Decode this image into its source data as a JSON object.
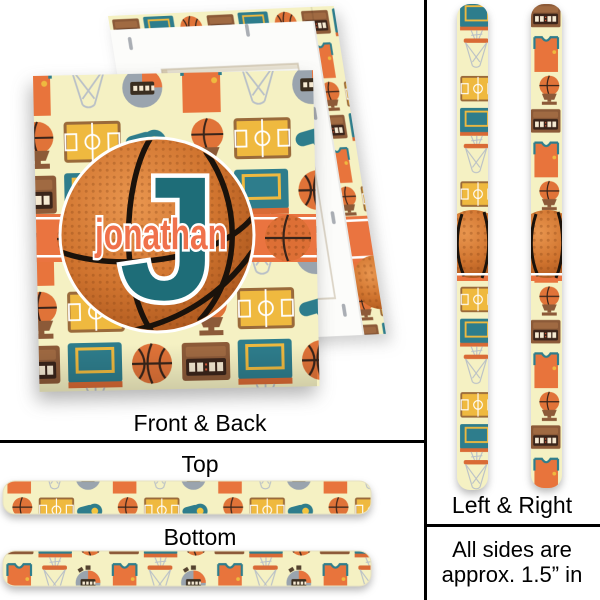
{
  "personalization": {
    "monogram": "J",
    "name": "jonathan"
  },
  "labels": {
    "front_back": "Front & Back",
    "top": "Top",
    "bottom": "Bottom",
    "left_right": "Left & Right"
  },
  "note": {
    "line1": "All sides are",
    "line2": "approx. 1.5” in"
  },
  "pattern_icons": [
    "basketball",
    "backboard-hoop",
    "net",
    "scoreboard",
    "jersey",
    "stopwatch",
    "whistle",
    "basketball-court",
    "trophy-basketball"
  ],
  "colors": {
    "page_bg": "#ffffff",
    "divider": "#000000",
    "label_text": "#000000",
    "pattern_bg": "#f5f1c3",
    "orange": "#e8743c",
    "orange_deep": "#d96a35",
    "ribbon": "#ea7440",
    "teal": "#2e7d8c",
    "teal_dark": "#1e6d78",
    "yellow": "#efb93f",
    "brown": "#8c5a38",
    "screen_dark": "#3a241a",
    "gray": "#9aa4ae",
    "net_gray": "#b9c0c7",
    "name_orange": "#f0714b",
    "ball_light": "#e9964f",
    "ball_mid": "#d0742f",
    "ball_dark": "#a4511a",
    "seam": "#1a120b",
    "canvas_white": "#fcfcfa",
    "staple_gray": "#aaaeb4"
  }
}
